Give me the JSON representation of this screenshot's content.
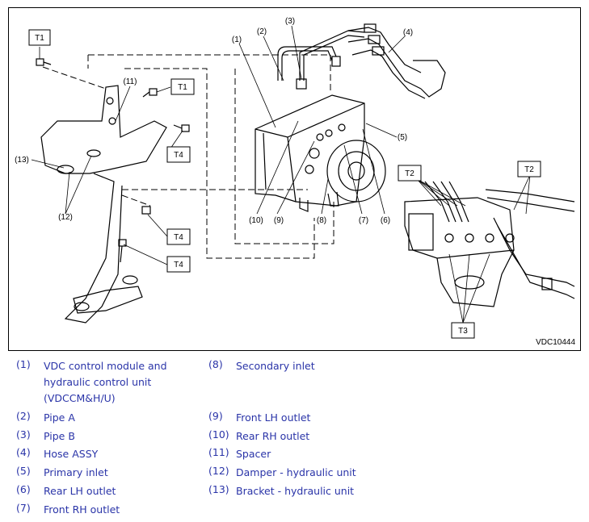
{
  "figure": {
    "id": "VDC10444",
    "boxed_labels": [
      "T1",
      "T1",
      "T4",
      "T4",
      "T4",
      "T2",
      "T2",
      "T3"
    ],
    "number_labels": [
      "(1)",
      "(2)",
      "(3)",
      "(4)",
      "(5)",
      "(6)",
      "(7)",
      "(8)",
      "(9)",
      "(10)",
      "(11)",
      "(12)",
      "(13)"
    ]
  },
  "legend": {
    "left": [
      {
        "num": "(1)",
        "text_lines": [
          "VDC control module and",
          "hydraulic control unit",
          "(VDCCM&H/U)"
        ]
      },
      {
        "num": "(2)",
        "text_lines": [
          "Pipe A"
        ]
      },
      {
        "num": "(3)",
        "text_lines": [
          "Pipe B"
        ]
      },
      {
        "num": "(4)",
        "text_lines": [
          "Hose ASSY"
        ]
      },
      {
        "num": "(5)",
        "text_lines": [
          "Primary inlet"
        ]
      },
      {
        "num": "(6)",
        "text_lines": [
          "Rear LH outlet"
        ]
      },
      {
        "num": "(7)",
        "text_lines": [
          "Front RH outlet"
        ]
      }
    ],
    "right": [
      {
        "num": "(8)",
        "text_lines": [
          "Secondary inlet"
        ]
      },
      {
        "num": "(9)",
        "text_lines": [
          "Front LH outlet"
        ]
      },
      {
        "num": "(10)",
        "text_lines": [
          "Rear RH outlet"
        ]
      },
      {
        "num": "(11)",
        "text_lines": [
          "Spacer"
        ]
      },
      {
        "num": "(12)",
        "text_lines": [
          "Damper - hydraulic unit"
        ]
      },
      {
        "num": "(13)",
        "text_lines": [
          "Bracket - hydraulic unit"
        ]
      }
    ]
  }
}
